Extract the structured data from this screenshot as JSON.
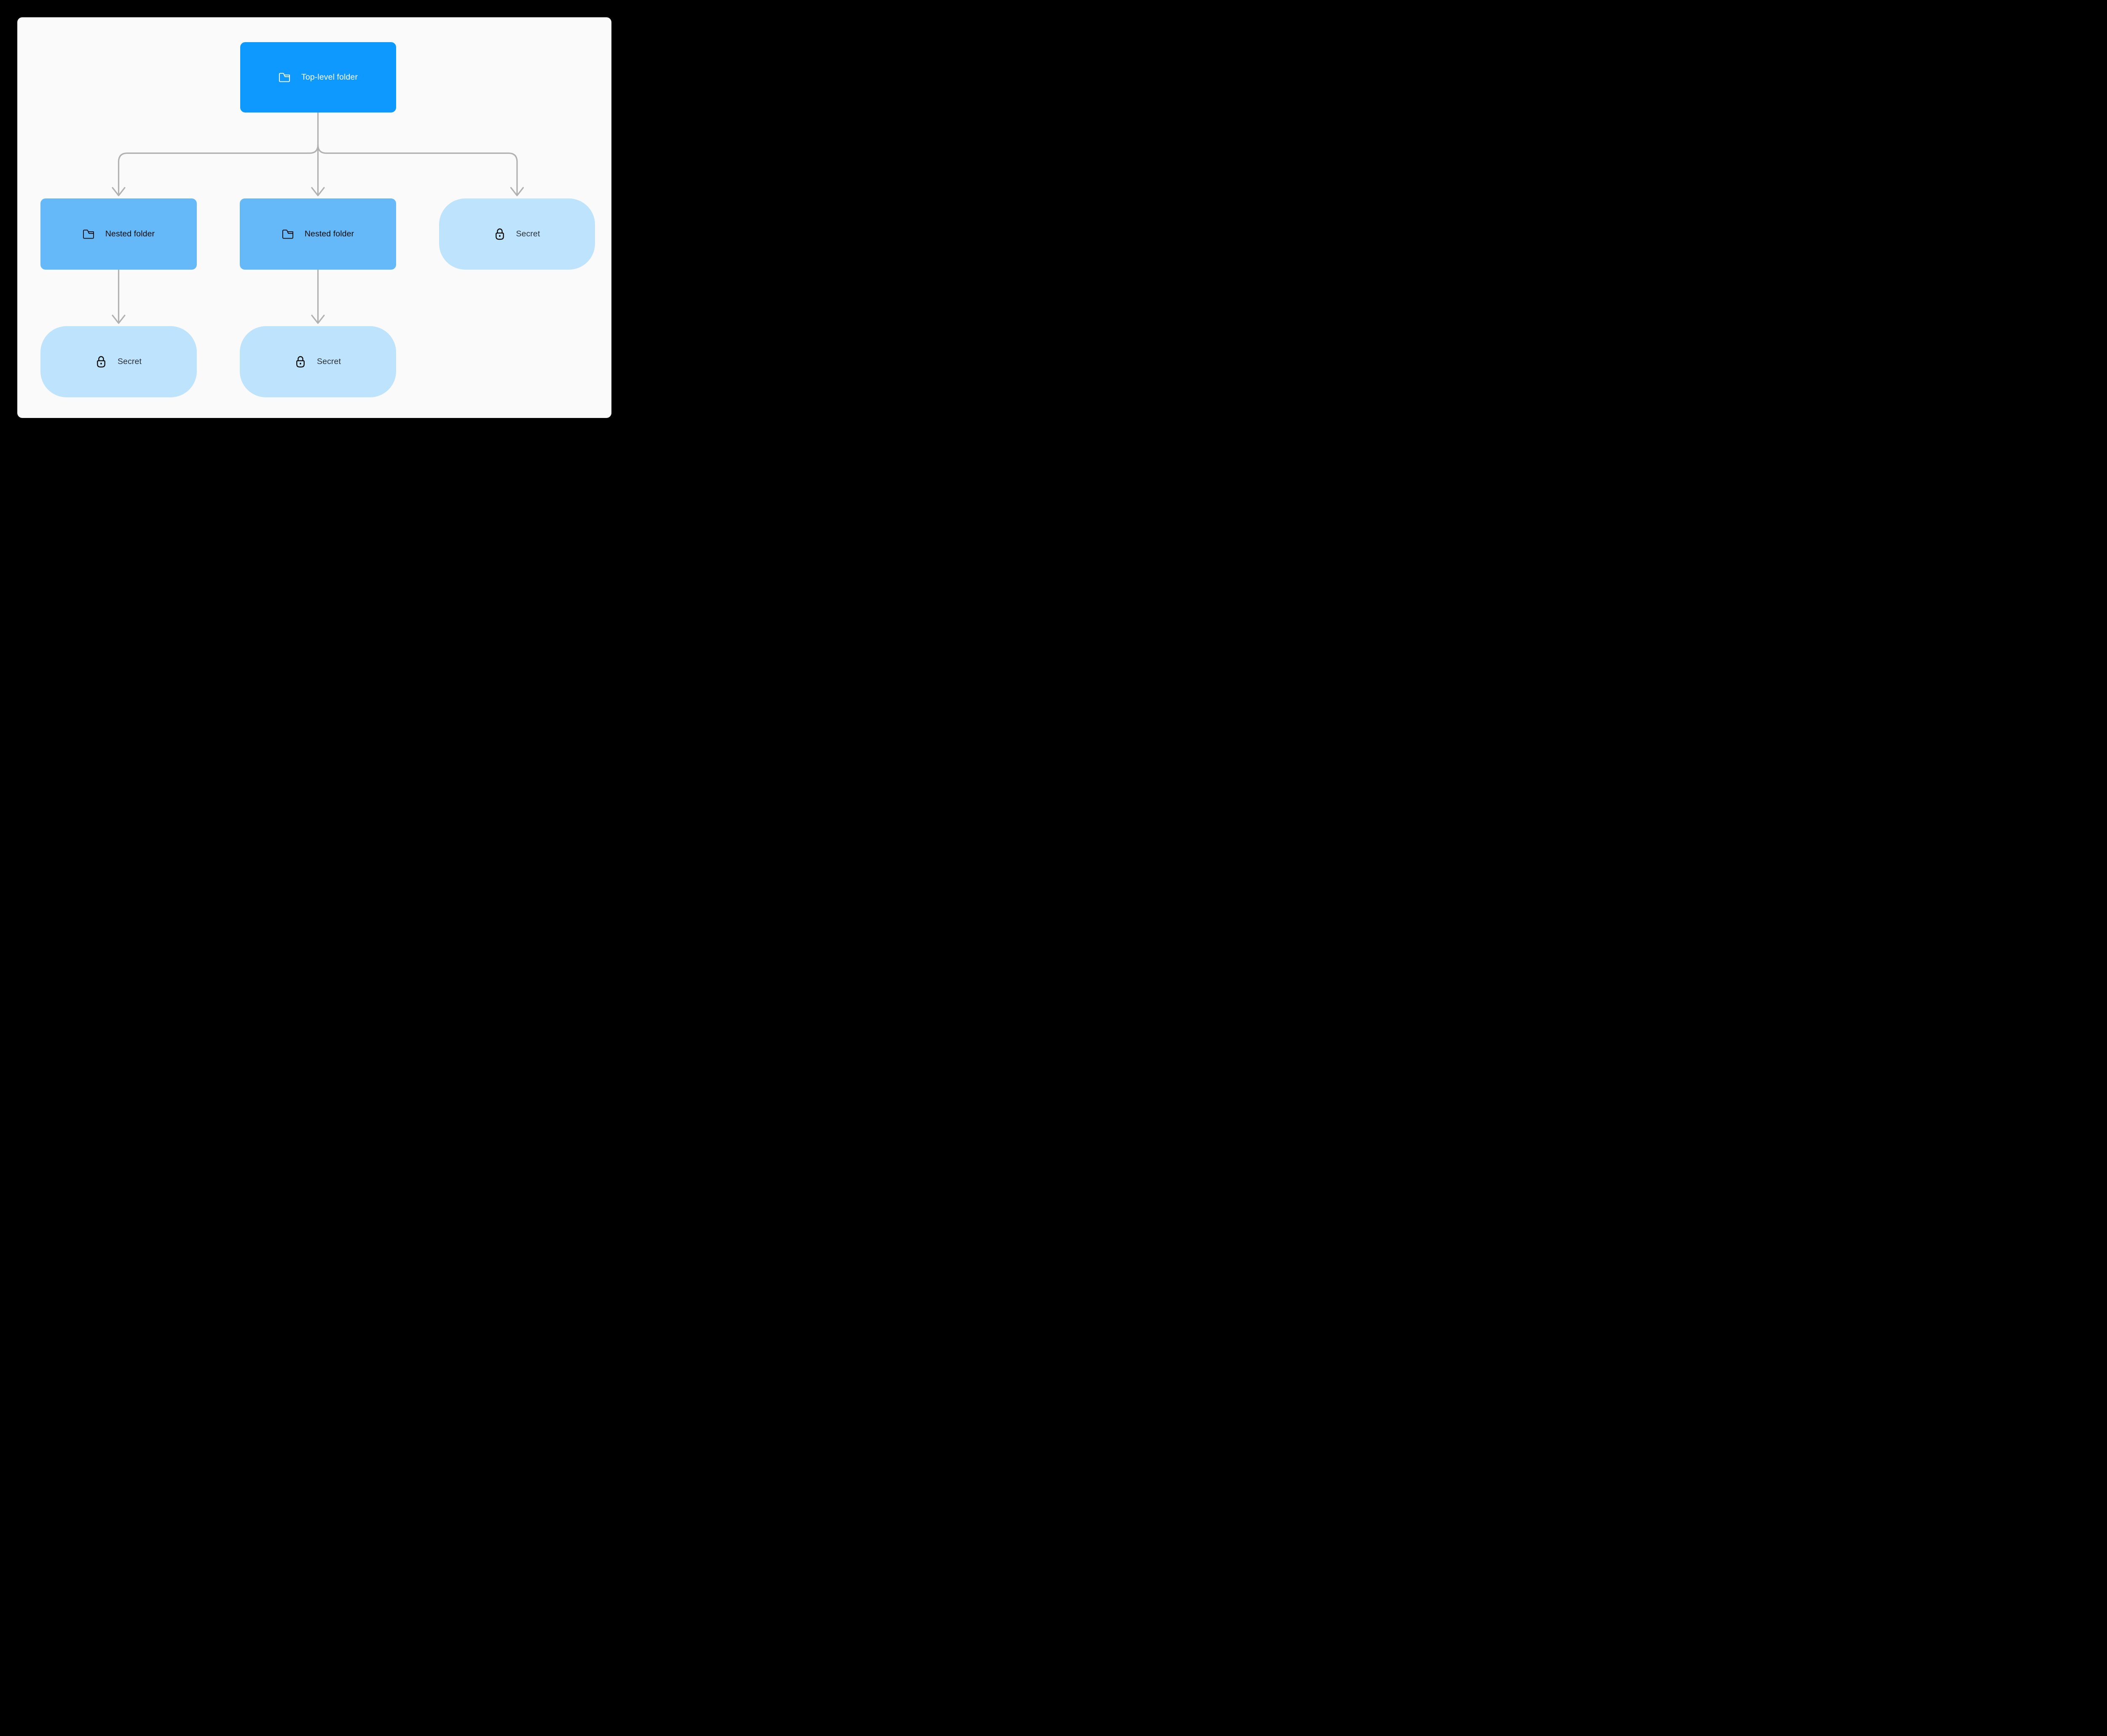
{
  "canvas": {
    "frame_background": "#000000",
    "background": "#FAFAFA"
  },
  "colors": {
    "top_folder_fill": "#0D99FF",
    "nested_folder_fill": "#66B9F8",
    "secret_fill": "#BEE3FC",
    "top_folder_text": "#FFFFFF",
    "nested_folder_text": "#0A0A0A",
    "secret_text": "#2B3238",
    "connector": "#B1B1B1"
  },
  "diagram": {
    "nodes": [
      {
        "id": "top-level-folder",
        "label": "Top-level folder",
        "type": "folder",
        "icon": "folder-icon",
        "shape": "rectangle"
      },
      {
        "id": "nested-folder-1",
        "label": "Nested folder",
        "type": "folder",
        "icon": "folder-icon",
        "shape": "rectangle"
      },
      {
        "id": "nested-folder-2",
        "label": "Nested folder",
        "type": "folder",
        "icon": "folder-icon",
        "shape": "rectangle"
      },
      {
        "id": "secret-1",
        "label": "Secret",
        "type": "secret",
        "icon": "lock-icon",
        "shape": "pill"
      },
      {
        "id": "secret-2",
        "label": "Secret",
        "type": "secret",
        "icon": "lock-icon",
        "shape": "pill"
      },
      {
        "id": "secret-3",
        "label": "Secret",
        "type": "secret",
        "icon": "lock-icon",
        "shape": "pill"
      }
    ],
    "edges": [
      {
        "from": "top-level-folder",
        "to": "nested-folder-1"
      },
      {
        "from": "top-level-folder",
        "to": "nested-folder-2"
      },
      {
        "from": "top-level-folder",
        "to": "secret-1"
      },
      {
        "from": "nested-folder-1",
        "to": "secret-2"
      },
      {
        "from": "nested-folder-2",
        "to": "secret-3"
      }
    ]
  }
}
